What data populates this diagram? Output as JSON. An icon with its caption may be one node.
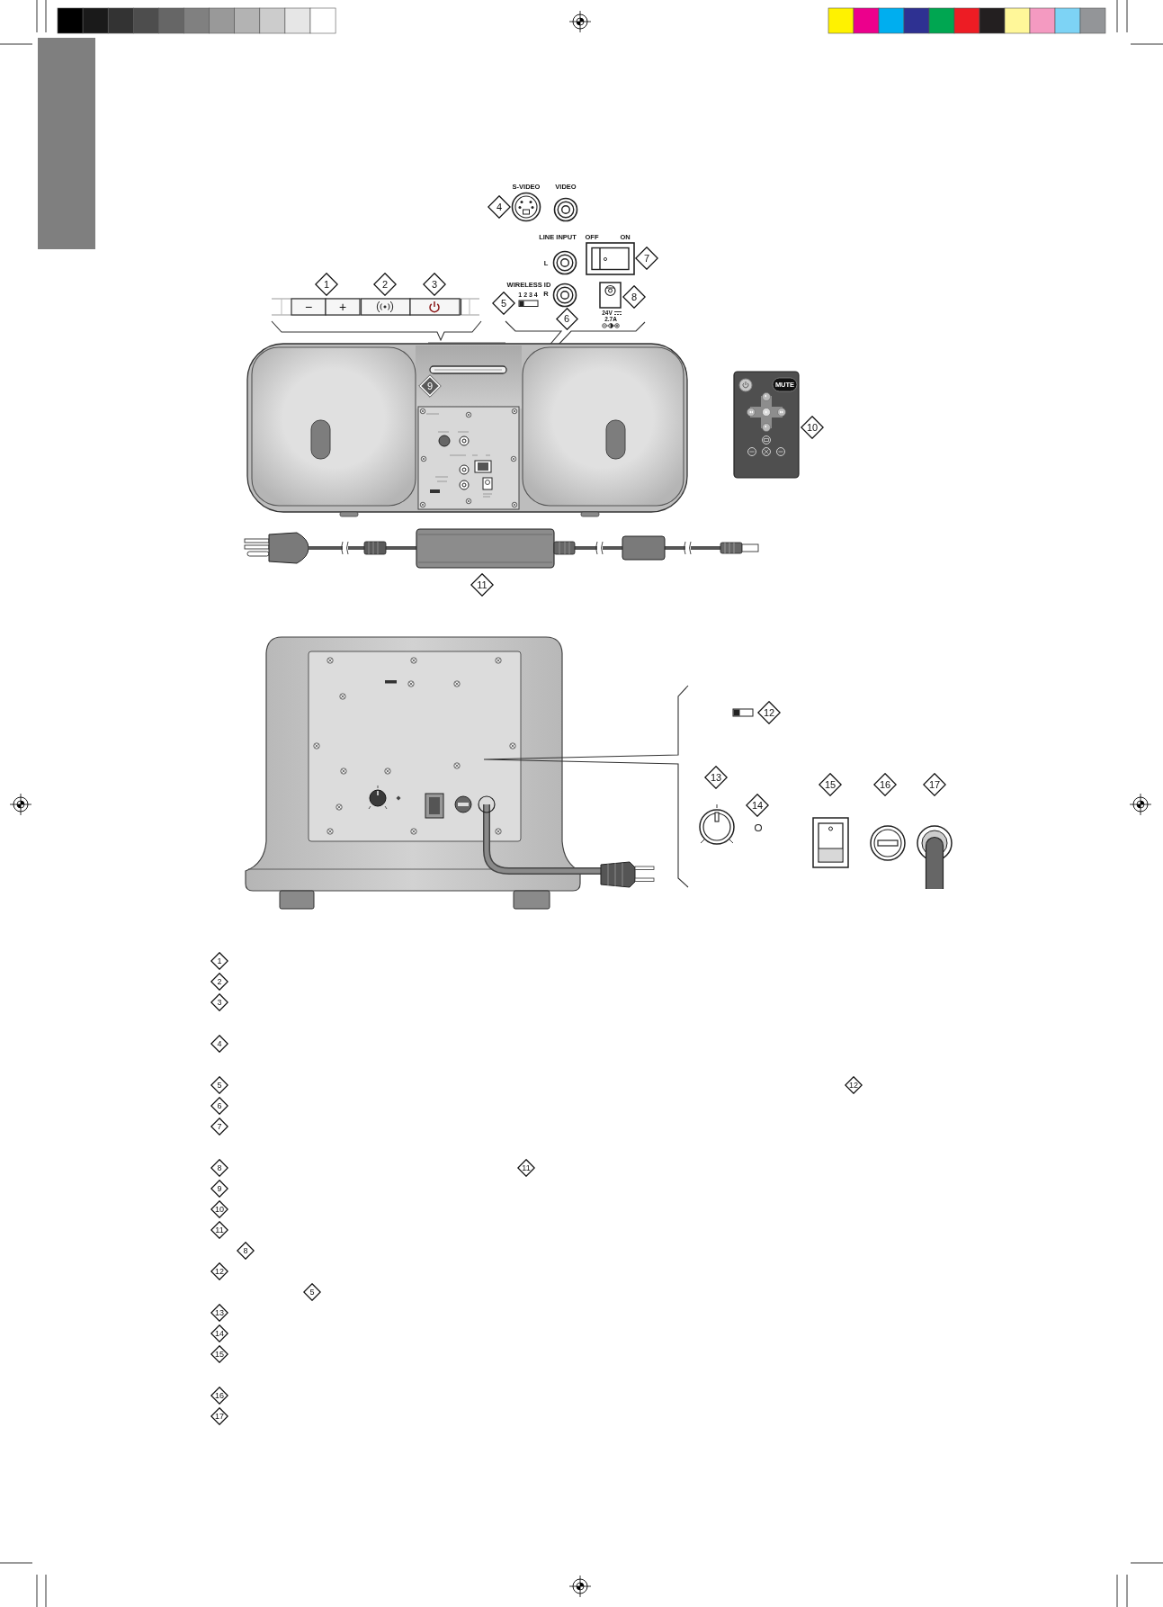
{
  "diagram": {
    "nodes": [
      {
        "text": [
          "4"
        ]
      },
      {
        "text": [
          "7"
        ]
      },
      {
        "text": [
          "1"
        ]
      },
      {
        "text": [
          "2"
        ]
      },
      {
        "text": [
          "3"
        ]
      },
      {
        "text": [
          "8"
        ]
      },
      {
        "text": [
          "5"
        ]
      },
      {
        "text": [
          "6"
        ]
      },
      {
        "text": [
          "9"
        ]
      },
      {
        "text": [
          "10"
        ]
      },
      {
        "text": [
          "11"
        ]
      },
      {
        "text": [
          "12"
        ]
      },
      {
        "text": [
          "13"
        ]
      },
      {
        "text": [
          "15"
        ]
      },
      {
        "text": [
          "16"
        ]
      },
      {
        "text": [
          "17"
        ]
      },
      {
        "text": [
          "14"
        ]
      },
      {
        "text": [
          "1"
        ]
      },
      {
        "text": [
          "2"
        ]
      },
      {
        "text": [
          "3"
        ]
      },
      {
        "text": [
          "4"
        ]
      },
      {
        "text": [
          "5"
        ]
      },
      {
        "text": [
          "12"
        ]
      },
      {
        "text": [
          "6"
        ]
      },
      {
        "text": [
          "7"
        ]
      },
      {
        "text": [
          "8"
        ]
      },
      {
        "text": [
          "11"
        ]
      },
      {
        "text": [
          "9"
        ]
      },
      {
        "text": [
          "10"
        ]
      },
      {
        "text": [
          "11"
        ]
      },
      {
        "text": [
          "8"
        ]
      },
      {
        "text": [
          "12"
        ]
      },
      {
        "text": [
          "5"
        ]
      },
      {
        "text": [
          "13"
        ]
      },
      {
        "text": [
          "14"
        ]
      },
      {
        "text": [
          "15"
        ]
      },
      {
        "text": [
          "16"
        ]
      },
      {
        "text": [
          "17"
        ]
      }
    ],
    "labels": [
      "S-VIDEO",
      "VIDEO",
      "LINE INPUT",
      "OFF",
      "ON",
      "L",
      "WIRELESS ID",
      "1 2 3 4",
      "R",
      "−",
      "+",
      "24V",
      "2.7A",
      "MUTE"
    ]
  }
}
